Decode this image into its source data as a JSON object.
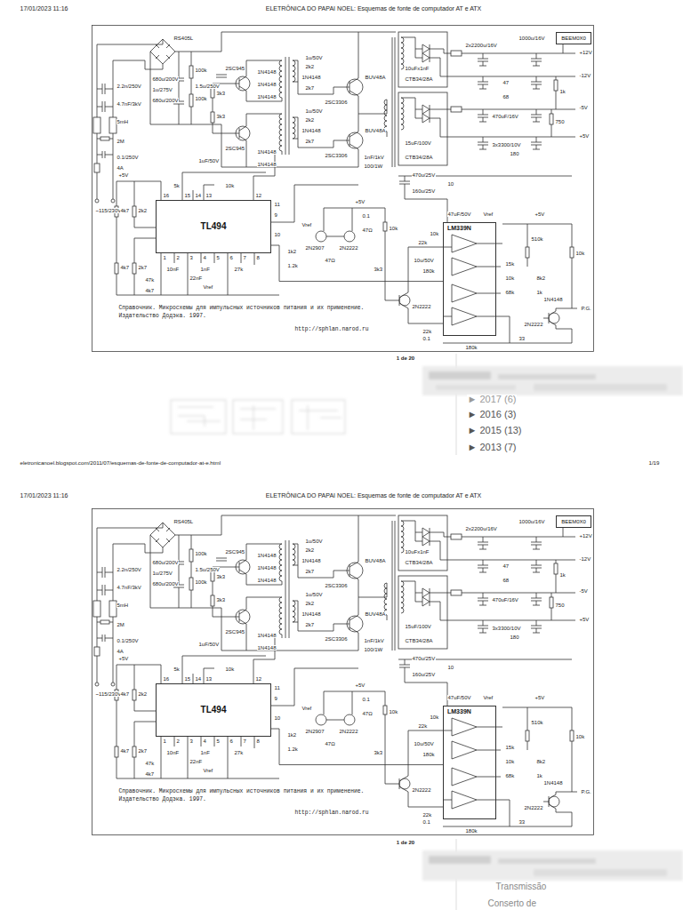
{
  "diagram": {
    "nodes": [
      {
        "text": [
          "BEEM0X0"
        ]
      },
      {
        "text": [
          "TL494"
        ]
      },
      {
        "text": [
          "LM339N"
        ]
      },
      {
        "text": [
          "BEEM0X0"
        ]
      },
      {
        "text": [
          "TL494"
        ]
      },
      {
        "text": [
          "LM339N"
        ]
      }
    ],
    "edges": [
      {
        "from": 2,
        "to": 1,
        "arrow": "none"
      },
      {
        "from": 5,
        "to": 4,
        "arrow": "none"
      }
    ],
    "labels": [
      "17/01/2023 11:16",
      "ELETRÔNICA DO PAPAI NOEL: Esquemas de fonte de computador AT e ATX",
      "RS405L",
      "680u/200V",
      "1u/275V",
      "680u/200V",
      "1.5u/250V",
      "100k",
      "100k",
      "2.2n/250V",
      "4.7nF/3kV",
      "5mH",
      "2M",
      "0.1/250V",
      "4A",
      "~115/230V",
      "2SC945",
      "1N4148",
      "1N4148",
      "1N4148",
      "2SC945",
      "3k3",
      "3k3",
      "1uF/50V",
      "1N4148",
      "1N4148",
      "1u/50V",
      "2k2",
      "1N4148",
      "2SC3306",
      "2k7",
      "1u/50V",
      "2k2",
      "1N4148",
      "2SC3306",
      "2k7",
      "BUV48A",
      "BUV48A",
      "1nF/1kV",
      "100/1W",
      "2x2200u/16V",
      "1000u/16V",
      "+12V",
      "-12V",
      "-5V",
      "+5V",
      "CTB34/28A",
      "10uFx1nF",
      "15uF/100V",
      "CTB34/28A",
      "470uF/16V",
      "3x3300/10V",
      "470u/25V",
      "160u/25V",
      "10",
      "47",
      "68",
      "1k",
      "750",
      "180",
      "16",
      "15",
      "14",
      "13",
      "12",
      "11",
      "9",
      "10",
      "1",
      "2",
      "3",
      "4",
      "5",
      "6",
      "7",
      "8",
      "+5V",
      "4k7",
      "2k2",
      "5k",
      "10k",
      "4k7",
      "2k7",
      "47k",
      "10nF",
      "22nF",
      "1nF",
      "27k",
      "4k7",
      "Vref",
      "1k2",
      "1.2k",
      "Vref",
      "2N2907",
      "2N2222",
      "+5V",
      "0.1",
      "47Ω",
      "47Ω",
      "10k",
      "3k3",
      "10u/50V",
      "2N2222",
      "180k",
      "22k",
      "10k",
      "Vref",
      "47uF/50V",
      "510k",
      "+5V",
      "10k",
      "15k",
      "68k",
      "8k2",
      "1k",
      "10k",
      "1N4148",
      "2N2222",
      "P.G.",
      "33",
      "180k",
      "22k",
      "0.1",
      "Справочник. Микросхемы для импульсных источников питания и их применение. Издательство Додэка. 1997.",
      "http://sphlan.narod.ru",
      "1 de 20",
      "► 2017 (6)",
      "► 2016 (3)",
      "► 2015 (13)",
      "► 2013 (7)",
      "eletronicanoel.blogspot.com/2011/07/esquemas-de-fonte-de-computador-at-e.html",
      "1/19",
      "17/01/2023 11:16",
      "ELETRÔNICA DO PAPAI NOEL: Esquemas de fonte de computador AT e ATX",
      "RS405L",
      "680u/200V",
      "1u/275V",
      "680u/200V",
      "1.5u/250V",
      "100k",
      "100k",
      "2.2n/250V",
      "4.7nF/3kV",
      "5mH",
      "2M",
      "0.1/250V",
      "4A",
      "~115/230V",
      "2SC945",
      "1N4148",
      "1N4148",
      "1N4148",
      "2SC945",
      "3k3",
      "3k3",
      "1uF/50V",
      "1N4148",
      "1N4148",
      "1u/50V",
      "2k2",
      "1N4148",
      "2SC3306",
      "2k7",
      "1u/50V",
      "2k2",
      "1N4148",
      "2SC3306",
      "2k7",
      "BUV48A",
      "BUV48A",
      "1nF/1kV",
      "100/1W",
      "2x2200u/16V",
      "1000u/16V",
      "+12V",
      "-12V",
      "-5V",
      "+5V",
      "CTB34/28A",
      "10uFx1nF",
      "15uF/100V",
      "CTB34/28A",
      "470uF/16V",
      "3x3300/10V",
      "470u/25V",
      "160u/25V",
      "10",
      "47",
      "68",
      "1k",
      "750",
      "180",
      "16",
      "15",
      "14",
      "13",
      "12",
      "11",
      "9",
      "10",
      "1",
      "2",
      "3",
      "4",
      "5",
      "6",
      "7",
      "8",
      "+5V",
      "4k7",
      "2k2",
      "5k",
      "10k",
      "4k7",
      "2k7",
      "47k",
      "10nF",
      "22nF",
      "1nF",
      "27k",
      "4k7",
      "Vref",
      "1k2",
      "1.2k",
      "Vref",
      "2N2907",
      "2N2222",
      "+5V",
      "0.1",
      "47Ω",
      "47Ω",
      "10k",
      "3k3",
      "10u/50V",
      "2N2222",
      "180k",
      "22k",
      "10k",
      "Vref",
      "47uF/50V",
      "510k",
      "+5V",
      "10k",
      "15k",
      "68k",
      "8k2",
      "1k",
      "10k",
      "1N4148",
      "2N2222",
      "P.G.",
      "33",
      "180k",
      "22k",
      "0.1",
      "Справочник. Микросхемы для импульсных источников питания и их применение. Издательство Додэка. 1997.",
      "http://sphlan.narod.ru",
      "1 de 20",
      "Transmissão",
      "Conserto de"
    ]
  }
}
